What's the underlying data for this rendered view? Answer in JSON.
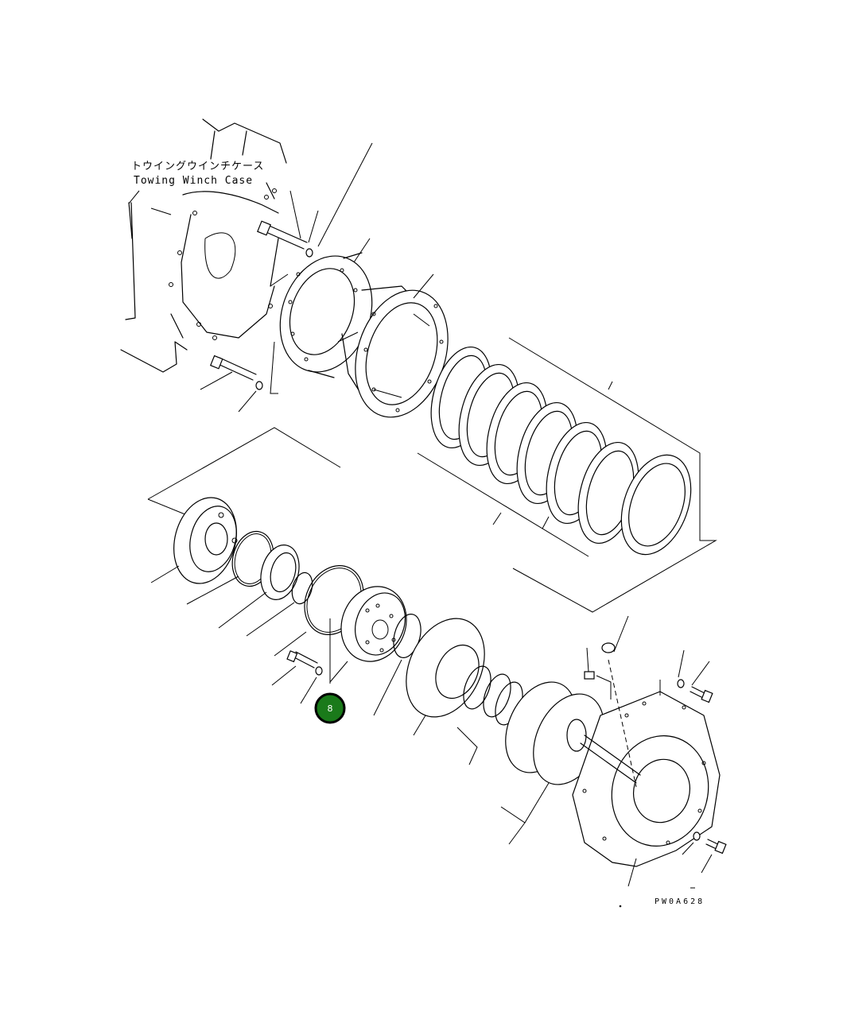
{
  "case_label": {
    "japanese": "トウイングウインチケース",
    "english": "Towing Winch Case"
  },
  "drawing_code": "PW0A628",
  "callouts": [
    {
      "number": "8",
      "color": "#1a7a1a",
      "border": "#000000"
    }
  ]
}
